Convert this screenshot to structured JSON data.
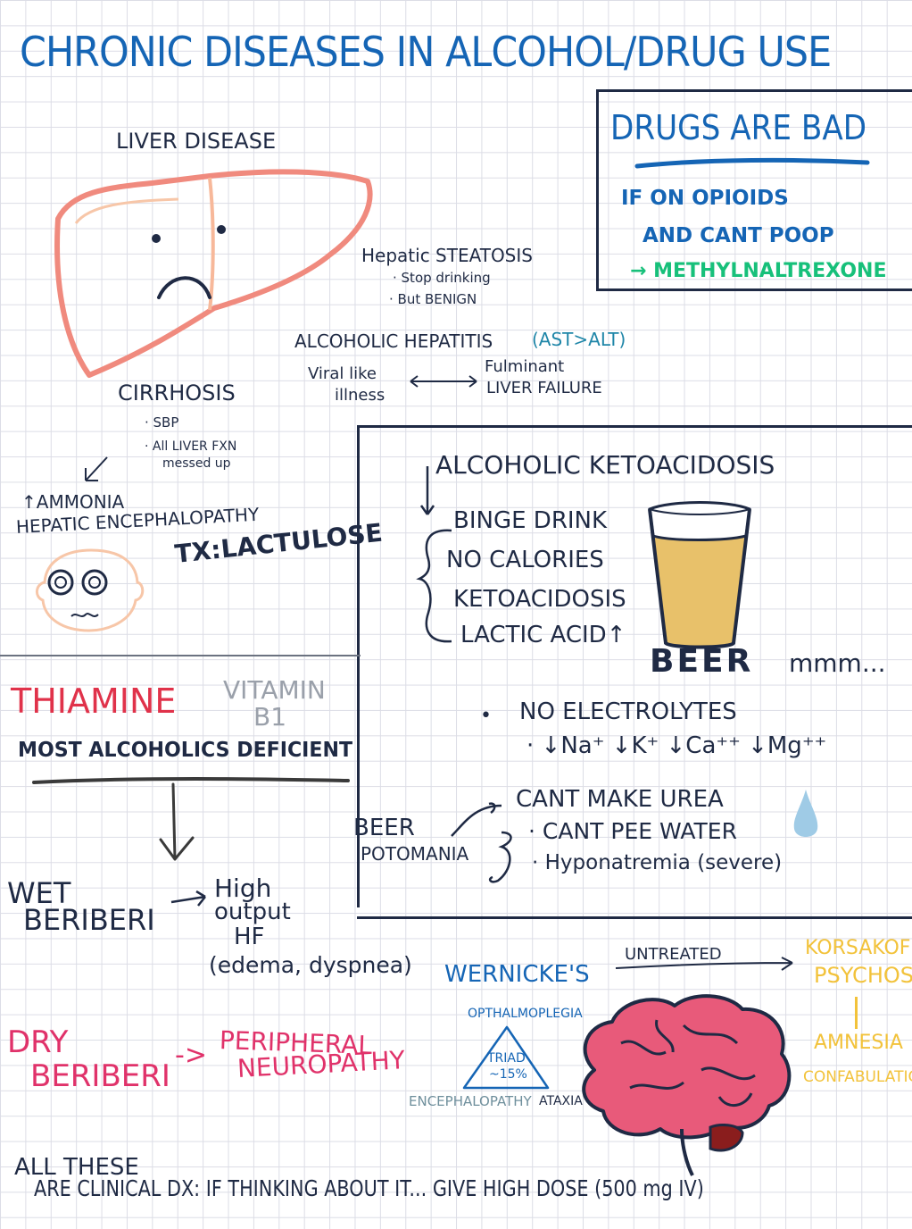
{
  "title": "CHRONIC DISEASES IN ALCOHOL/DRUG USE",
  "liver": {
    "heading": "LIVER DISEASE",
    "steatosis": {
      "title": "Hepatic STEATOSIS",
      "points": [
        "· Stop drinking",
        "· But BENIGN"
      ]
    },
    "hepatitis": {
      "title": "ALCOHOLIC HEPATITIS",
      "lab": "(AST>ALT)",
      "left_1": "Viral like",
      "left_2": "illness",
      "right_1": "Fulminant",
      "right_2": "LIVER FAILURE"
    },
    "cirrhosis": {
      "title": "CIRRHOSIS",
      "points": [
        "· SBP",
        "· All LIVER FXN",
        "messed up"
      ]
    },
    "encephalopathy": {
      "line1": "↑AMMONIA",
      "line2": "HEPATIC ENCEPHALOPATHY",
      "tx": "TX:LACTULOSE"
    }
  },
  "drugs_box": {
    "title": "DRUGS ARE BAD",
    "line1": "IF ON OPIOIDS",
    "line2": "AND CANT POOP",
    "line3": "→ METHYLNALTREXONE"
  },
  "ketoacidosis": {
    "title": "ALCOHOLIC KETOACIDOSIS",
    "items": [
      "BINGE DRINK",
      "NO CALORIES",
      "KETOACIDOSIS",
      "LACTIC ACID↑"
    ],
    "beer": "BEER",
    "mmm": "mmm...",
    "electrolytes_title": "NO ELECTROLYTES",
    "electrolytes": "· ↓Na⁺ ↓K⁺ ↓Ca⁺⁺ ↓Mg⁺⁺",
    "potomania_1": "BEER",
    "potomania_2": "POTOMANIA",
    "potomania_items": [
      "CANT MAKE UREA",
      "· CANT PEE WATER",
      "· Hyponatremia (severe)"
    ]
  },
  "thiamine": {
    "title": "THIAMINE",
    "vitamin_1": "VITAMIN",
    "vitamin_2": "B1",
    "subtitle": "MOST ALCOHOLICS DEFICIENT",
    "wet_1": "WET",
    "wet_2": "BERIBERI",
    "wet_result_1": "High",
    "wet_result_2": "output",
    "wet_result_3": "HF",
    "wet_result_4": "(edema, dyspnea)",
    "dry_1": "DRY",
    "dry_2": "BERIBERI",
    "dry_arrow": "->",
    "dry_result_1": "PERIPHERAL",
    "dry_result_2": "NEUROPATHY"
  },
  "wernicke": {
    "title": "WERNICKE'S",
    "untreated": "UNTREATED",
    "korsakoff_1": "KORSAKOFFS",
    "korsakoff_2": "PSYCHOSIS",
    "amnesia": "AMNESIA",
    "confab": "CONFABULATION",
    "top": "OPTHALMOPLEGIA",
    "triad_1": "TRIAD",
    "triad_2": "~15%",
    "left": "ENCEPHALOPATHY",
    "right": "ATAXIA"
  },
  "footer": {
    "line1": "ALL THESE",
    "line2": "ARE CLINICAL DX:  IF THINKING ABOUT IT... GIVE HIGH DOSE (500 mg IV)"
  },
  "colors": {
    "navy": "#1f2a44",
    "blue": "#1565b5",
    "green": "#17c07a",
    "red": "#e0324a",
    "yellow": "#f2c23a",
    "liver": "#f08a7e",
    "beer": "#e8c16a",
    "brain": "#e85a7a"
  }
}
